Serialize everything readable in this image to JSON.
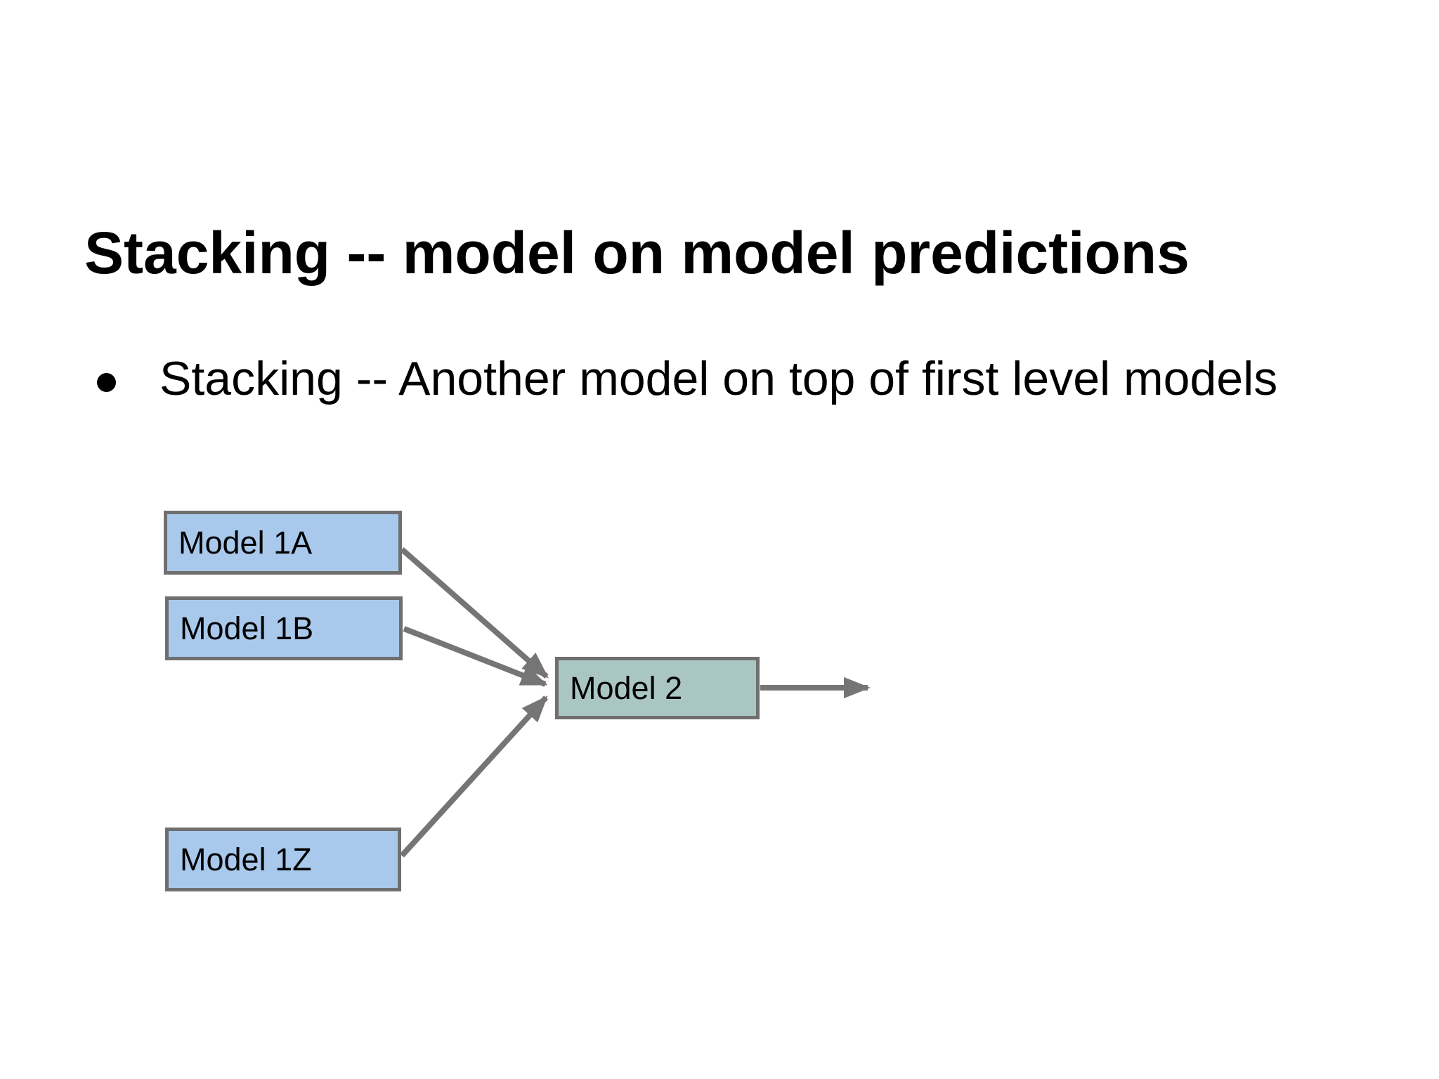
{
  "slide": {
    "title": "Stacking -- model on model predictions",
    "bullet": "Stacking -- Another model on top of first level models"
  },
  "diagram": {
    "nodes": [
      {
        "id": "model-1a",
        "label": "Model 1A",
        "level": 1
      },
      {
        "id": "model-1b",
        "label": "Model 1B",
        "level": 1
      },
      {
        "id": "model-1z",
        "label": "Model 1Z",
        "level": 1
      },
      {
        "id": "model-2",
        "label": "Model 2",
        "level": 2
      }
    ],
    "edges": [
      {
        "from": "model-1a",
        "to": "model-2"
      },
      {
        "from": "model-1b",
        "to": "model-2"
      },
      {
        "from": "model-1z",
        "to": "model-2"
      },
      {
        "from": "model-2",
        "to": "output"
      }
    ],
    "colors": {
      "level1_fill": "#a9c9ec",
      "level2_fill": "#a9c6c3",
      "node_border": "#6f6f6f",
      "arrow": "#757575",
      "text": "#000000",
      "background": "#ffffff"
    }
  }
}
